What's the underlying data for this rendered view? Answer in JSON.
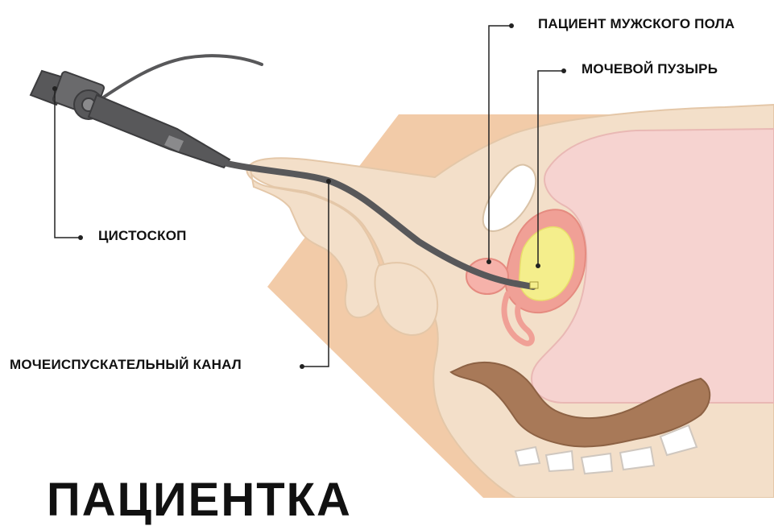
{
  "labels": {
    "male_patient": "ПАЦИЕНТ МУЖСКОГО ПОЛА",
    "bladder": "МОЧЕВОЙ ПУЗЫРЬ",
    "cystoscope": "ЦИСТОСКОП",
    "urethra": "МОЧЕИСПУСКАТЕЛЬНЫЙ КАНАЛ"
  },
  "bottom_caption": "ПАЦИЕНТКА",
  "colors": {
    "background": "#ffffff",
    "backdrop": "#f2cba8",
    "skin": "#f3dfc9",
    "skin_outline": "#e4c7a8",
    "abdomen_inner": "#f6d3d0",
    "bladder_wall": "#f0a096",
    "bladder_fill": "#f4ee8c",
    "bowel": "#a87958",
    "instrument": "#58585a",
    "leader_lines": "#222222"
  }
}
